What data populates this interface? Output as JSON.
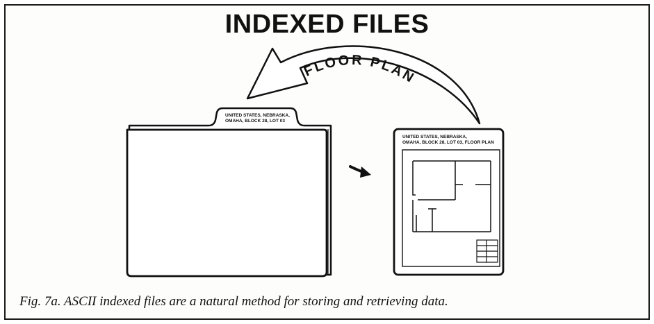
{
  "title": "INDEXED FILES",
  "arrow_label": "FLOOR PLAN",
  "folder_tab": {
    "line1": "UNITED STATES, NEBRASKA,",
    "line2": "OMAHA, BLOCK 28, LOT 03"
  },
  "document_header": {
    "line1": "UNITED STATES, NEBRASKA,",
    "line2": "OMAHA, BLOCK 28, LOT 03, FLOOR PLAN"
  },
  "caption": "Fig. 7a.  ASCII indexed files are a natural method for storing and retrieving data."
}
